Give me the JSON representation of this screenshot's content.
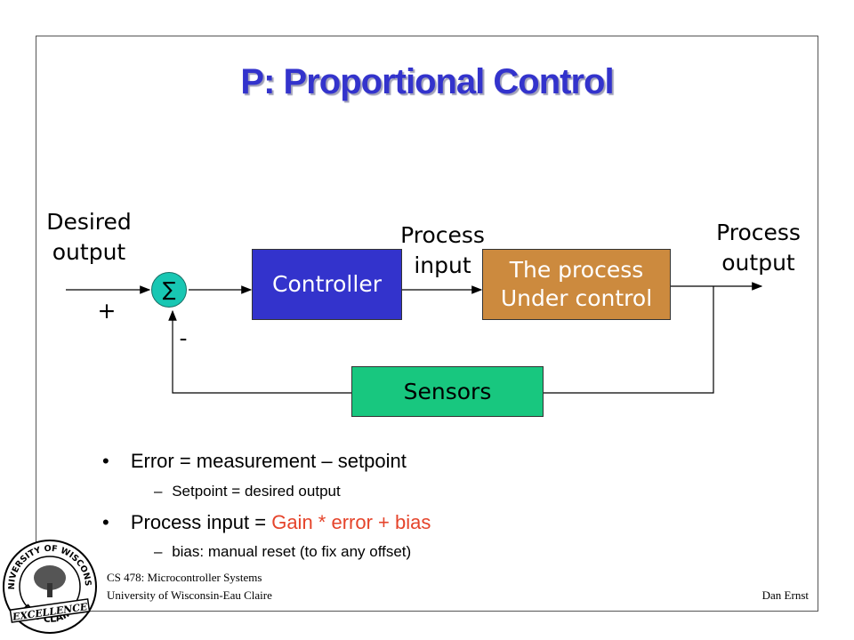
{
  "title": "P: Proportional Control",
  "diagram": {
    "desired_output": [
      "Desired",
      "output"
    ],
    "plus": "+",
    "minus": "-",
    "sum_symbol": "∑",
    "controller": "Controller",
    "process_input": [
      "Process",
      "input"
    ],
    "process_box": [
      "The process",
      "Under control"
    ],
    "process_output": [
      "Process",
      "output"
    ],
    "sensors": "Sensors",
    "colors": {
      "controller": "#3333cc",
      "process": "#cc8a3e",
      "sensors": "#18c77f",
      "sum": "#18c7b3"
    }
  },
  "bullets": {
    "b1": "Error = measurement – setpoint",
    "b1_sub": "Setpoint = desired output",
    "b2_prefix": "Process input = ",
    "b2_highlight": "Gain * error + bias",
    "b2_sub": "bias: manual reset (to fix any offset)",
    "dash": "–",
    "dot": "•"
  },
  "footer": {
    "course": "CS 478: Microcontroller Systems",
    "university": "University of Wisconsin-Eau Claire",
    "author": "Dan Ernst"
  },
  "logo": {
    "top_text": "UNIVERSITY OF WISCONSIN",
    "middle_text": "EXCELLENCE",
    "bottom_text": "EAU CLAIRE"
  }
}
